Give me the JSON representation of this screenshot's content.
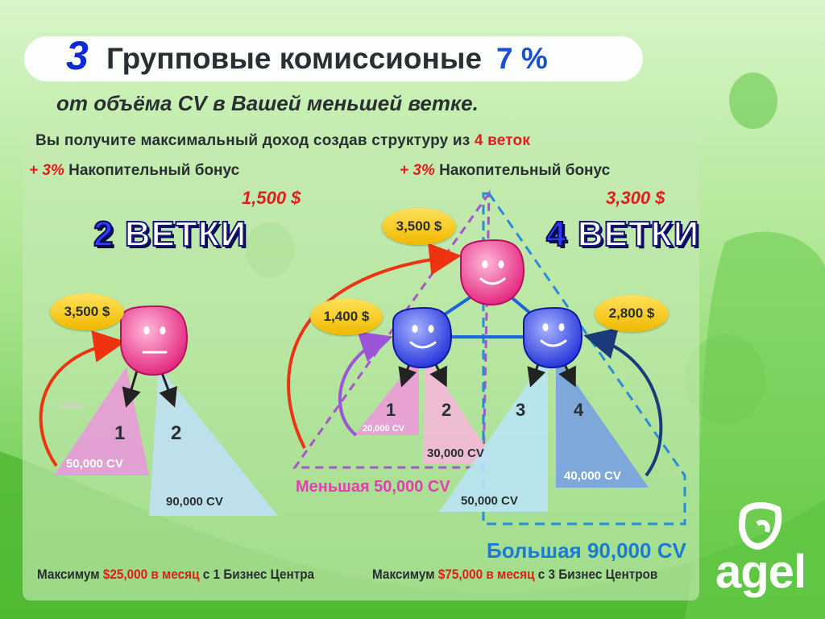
{
  "header": {
    "number": "3",
    "title": "Групповые комиссионые",
    "percent": "7 %",
    "subtitle": "от объёма CV в Вашей меньшей ветке."
  },
  "intro": {
    "text": "Вы получите максимальный доход создав структуру из",
    "highlight": "4 веток"
  },
  "left": {
    "bonus_plus": "+ 3%",
    "bonus_text": "Накопительный бонус",
    "bonus_amount": "1,500 $",
    "branches_num": "2",
    "branches_word": "ВЕТКИ",
    "top_pill": "3,500 $",
    "ghost_label": "150CV",
    "leg1_num": "1",
    "leg2_num": "2",
    "leg1_cv": "50,000 CV",
    "leg2_cv": "90,000 CV",
    "max_prefix": "Максимум",
    "max_amount": "$25,000 в месяц",
    "max_suffix": "с 1 Бизнес Центра"
  },
  "right": {
    "bonus_plus": "+ 3%",
    "bonus_text": "Накопительный бонус",
    "bonus_amount": "3,300 $",
    "branches_num": "4",
    "branches_word": "ВЕТКИ",
    "top_pill": "3,500 $",
    "left_pill": "1,400 $",
    "right_pill": "2,800 $",
    "leg1_num": "1",
    "leg2_num": "2",
    "leg3_num": "3",
    "leg4_num": "4",
    "leg1_cv": "20,000 CV",
    "leg2_cv": "30,000 CV",
    "leg3_cv": "50,000 CV",
    "leg4_cv": "40,000 CV",
    "lesser_label": "Меньшая 50,000 CV",
    "greater_label": "Большая 90,000 CV",
    "max_prefix": "Максимум",
    "max_amount": "$75,000 в месяц",
    "max_suffix": "с 3 Бизнес Центров"
  },
  "logo": "agel",
  "colors": {
    "accent_red": "#e11c1c",
    "accent_blue": "#1a4fd0",
    "pink_node": "#f0509a",
    "blue_node": "#3b4cf0",
    "pill_yellow": "#f7cc1a",
    "background_green": "#8fdc72"
  }
}
